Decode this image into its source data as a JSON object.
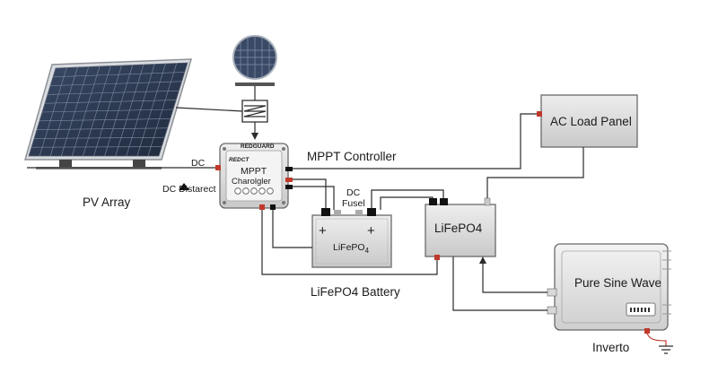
{
  "labels": {
    "pv_array": "PV Array",
    "dc": "DC",
    "dc_disconnect": "DC Distarect",
    "mppt_controller": "MPPT Controller",
    "controller_brand": "REDCT",
    "controller_badge": "REDGUARD",
    "controller_line1": "MPPT",
    "controller_line2": "Charolgler",
    "dc_fuse_line1": "DC",
    "dc_fuse_line2": "Fusel",
    "battery_text": "LiFePO",
    "battery_sub": "4",
    "battery_plus_left": "+",
    "battery_plus_right": "+",
    "lifepo4_box": "LiFePO4",
    "battery_caption": "LiFePO4 Battery",
    "ac_load_panel": "AC Load Panel",
    "inverter_text": "Pure Sine Wave",
    "inverter_caption": "Inverto"
  },
  "icons": {
    "sun": "sun-sensor-icon",
    "breaker": "dc-breaker-icon",
    "ground": "ground-icon"
  },
  "colors": {
    "panel_cell": "#2e3a52",
    "panel_frame": "#c9ccd1",
    "box_fill": "#dcdcdc",
    "terminal_red": "#c0392b",
    "terminal_black": "#111111",
    "wire": "#2b2b2b"
  }
}
